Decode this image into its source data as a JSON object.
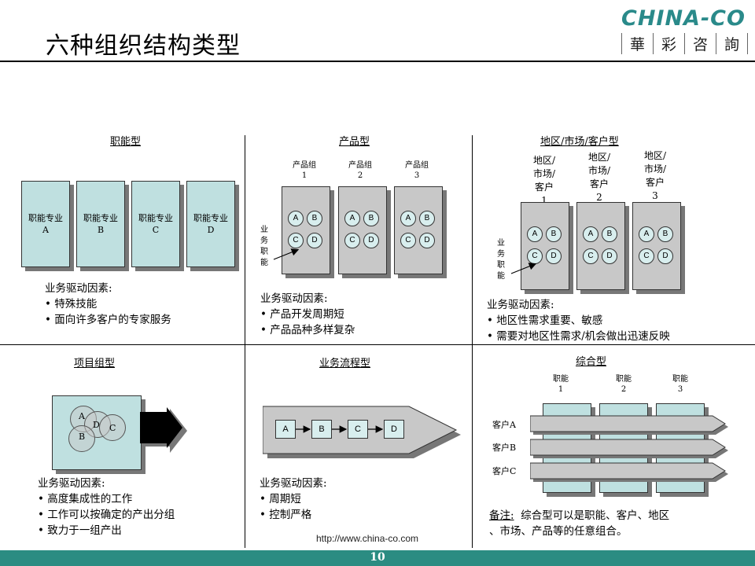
{
  "header": {
    "title": "六种组织结构类型",
    "logo_en": "CHINA-CO",
    "logo_cn": [
      "華",
      "彩",
      "咨",
      "詢"
    ]
  },
  "panels": {
    "functional": {
      "title": "职能型",
      "boxes": [
        {
          "label": "职能专业",
          "sub": "A"
        },
        {
          "label": "职能专业",
          "sub": "B"
        },
        {
          "label": "职能专业",
          "sub": "C"
        },
        {
          "label": "职能专业",
          "sub": "D"
        }
      ],
      "drivers_title": "业务驱动因素:",
      "drivers": [
        "• 特殊技能",
        "• 面向许多客户的专家服务"
      ]
    },
    "product": {
      "title": "产品型",
      "groups": [
        {
          "label": "产品组",
          "num": "1"
        },
        {
          "label": "产品组",
          "num": "2"
        },
        {
          "label": "产品组",
          "num": "3"
        }
      ],
      "circles": [
        "A",
        "B",
        "C",
        "D"
      ],
      "side_label": [
        "业",
        "务",
        "职",
        "能"
      ],
      "drivers_title": "业务驱动因素:",
      "drivers": [
        "• 产品开发周期短",
        "• 产品品种多样复杂"
      ]
    },
    "regional": {
      "title": "地区/市场/客户型",
      "groups": [
        {
          "line1": "地区/",
          "line2": "市场/",
          "line3": "客户",
          "num": "1"
        },
        {
          "line1": "地区/",
          "line2": "市场/",
          "line3": "客户",
          "num": "2"
        },
        {
          "line1": "地区/",
          "line2": "市场/",
          "line3": "客户",
          "num": "3"
        }
      ],
      "circles": [
        "A",
        "B",
        "C",
        "D"
      ],
      "side_label": [
        "业",
        "务",
        "职",
        "能"
      ],
      "drivers_title": "业务驱动因素:",
      "drivers": [
        "• 地区性需求重要、敏感",
        "• 需要对地区性需求/机会做出迅速反映"
      ]
    },
    "project": {
      "title": "项目组型",
      "circles": [
        "A",
        "D",
        "C",
        "B"
      ],
      "drivers_title": "业务驱动因素:",
      "drivers": [
        "• 高度集成性的工作",
        "• 工作可以按确定的产出分组",
        "• 致力于一组产出"
      ]
    },
    "process": {
      "title": "业务流程型",
      "steps": [
        "A",
        "B",
        "C",
        "D"
      ],
      "drivers_title": "业务驱动因素:",
      "drivers": [
        "• 周期短",
        "• 控制严格"
      ]
    },
    "matrix": {
      "title": "综合型",
      "columns": [
        {
          "label": "职能",
          "num": "1"
        },
        {
          "label": "职能",
          "num": "2"
        },
        {
          "label": "职能",
          "num": "3"
        }
      ],
      "rows": [
        "客户A",
        "客户B",
        "客户C"
      ],
      "note_label": "备注:",
      "note_line1": "综合型可以是职能、客户、地区",
      "note_line2": "、市场、产品等的任意组合。"
    }
  },
  "footer": {
    "url": "http://www.china-co.com",
    "page": "10",
    "bar_color": "#2b8c82"
  }
}
